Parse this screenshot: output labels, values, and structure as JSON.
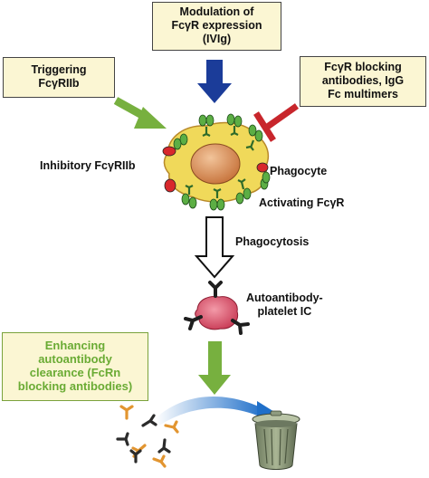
{
  "boxes": {
    "modulation": [
      "Modulation of",
      "FcγR expression",
      "(IVIg)"
    ],
    "triggering": [
      "Triggering",
      "FcγRIIb"
    ],
    "blocking": [
      "FcγR blocking",
      "antibodies, IgG",
      "Fc multimers"
    ],
    "clearance": [
      "Enhancing",
      "autoantibody",
      "clearance (FcRn",
      "blocking antibodies)"
    ]
  },
  "labels": {
    "inhibitory": "Inhibitory FcγRIIb",
    "phagocyte": "Phagocyte",
    "activating": "Activating FcγR",
    "phagocytosis": "Phagocytosis",
    "ic": [
      "Autoantibody-",
      "platelet IC"
    ]
  },
  "colors": {
    "box_fill": "#fbf6d3",
    "blue_arrow": "#1b3c99",
    "green_arrow": "#77b03f",
    "red_inhibit": "#c8262c",
    "clearance_text": "#6aab34",
    "cell_yellow": "#f0d95a",
    "nucleus": "#d78a52",
    "trash_can": "#8f9c80"
  }
}
